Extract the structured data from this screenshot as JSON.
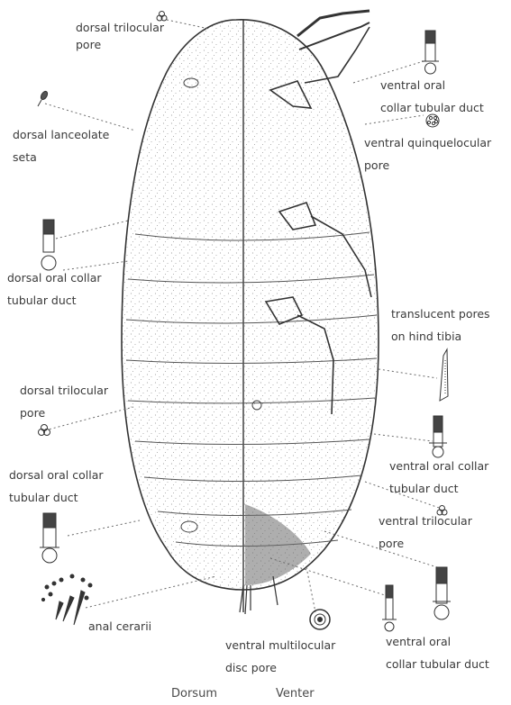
{
  "labels": {
    "dorsal_trilocular_pore_top": [
      "dorsal trilocular",
      "pore"
    ],
    "dorsal_lanceolate_seta": [
      "dorsal lanceolate",
      "seta"
    ],
    "dorsal_oral_collar_tubular_duct_top": [
      "dorsal oral collar",
      "tubular duct"
    ],
    "dorsal_trilocular_pore_mid": [
      "dorsal trilocular",
      "pore"
    ],
    "dorsal_oral_collar_tubular_duct_bottom": [
      "dorsal oral collar",
      "tubular duct"
    ],
    "anal_cerarii": "anal cerarii",
    "ventral_multilocular_disc_pore": [
      "ventral multilocular",
      "disc pore"
    ],
    "ventral_oral_collar_tubular_duct_top": [
      "ventral oral",
      "collar tubular duct"
    ],
    "ventral_quinquelocular_pore": [
      "ventral quinquelocular",
      "pore"
    ],
    "translucent_pores_on_hind_tibia": [
      "translucent pores",
      "on hind tibia"
    ],
    "ventral_oral_collar_tubular_duct_mid": [
      "ventral oral collar",
      "tubular duct"
    ],
    "ventral_trilocular_pore": [
      "ventral trilocular",
      "pore"
    ],
    "ventral_oral_collar_tubular_duct_bottom": [
      "ventral oral",
      "collar tubular duct"
    ]
  },
  "captions": {
    "dorsum": "Dorsum",
    "venter": "Venter"
  },
  "colors": {
    "ink": "#3a3a3a",
    "leader": "#6a6a6a"
  }
}
